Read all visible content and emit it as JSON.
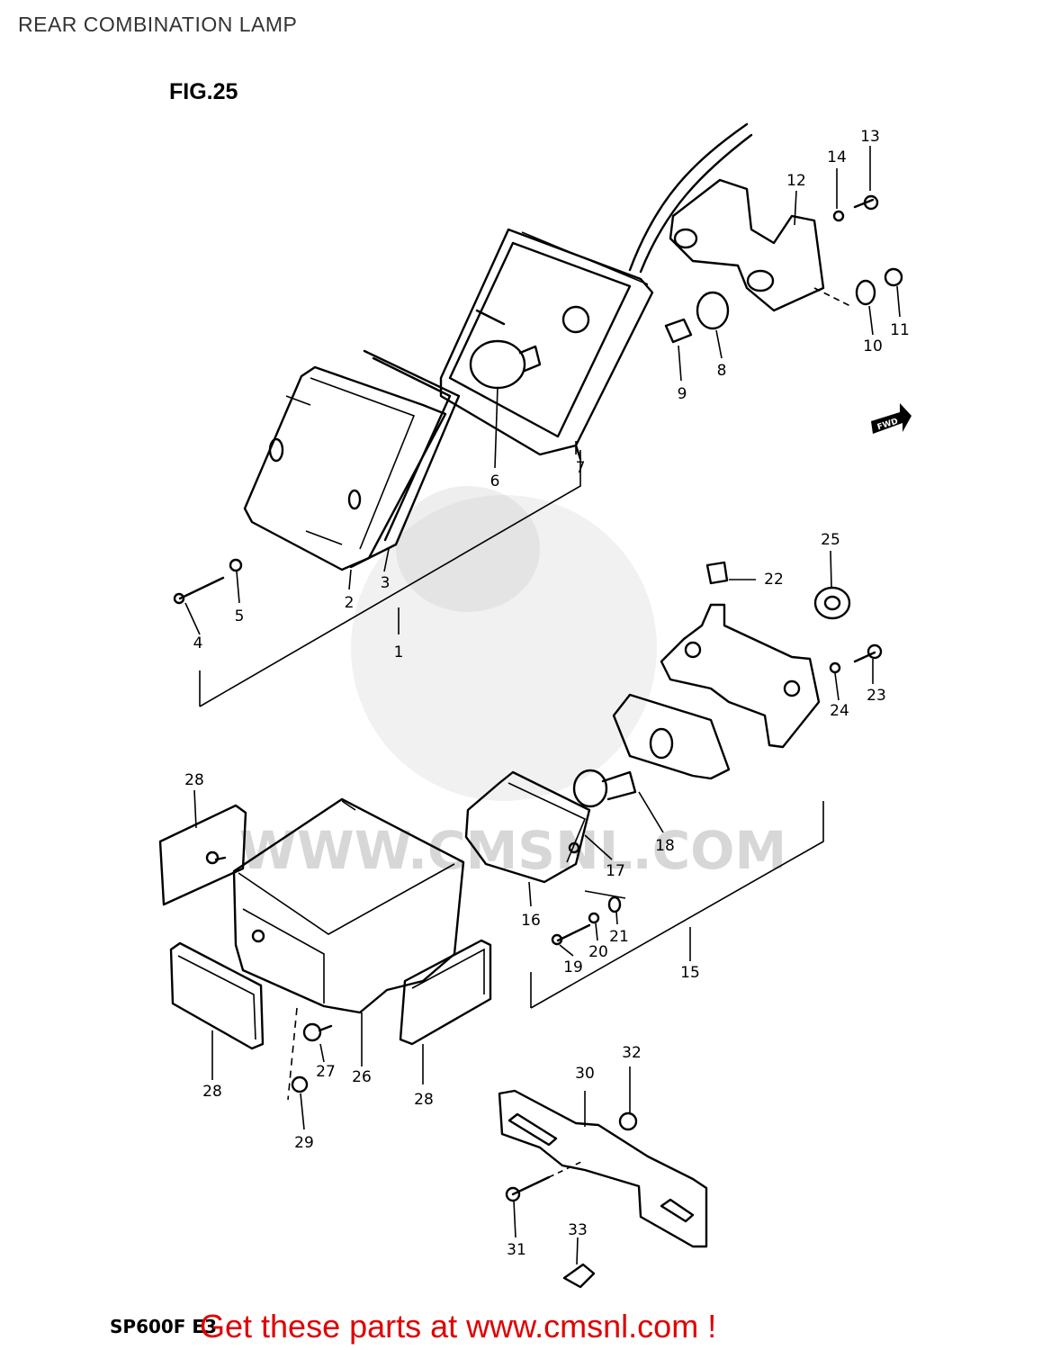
{
  "header": {
    "title": "REAR COMBINATION LAMP",
    "figure": "FIG.25"
  },
  "footer": {
    "model": "SP600F E3",
    "promo": "Get these parts at www.cmsnl.com !"
  },
  "diagram": {
    "fwd_label": "FWD",
    "watermark_text": "WWW.CMSNL.COM",
    "parts": [
      "1",
      "2",
      "3",
      "4",
      "5",
      "6",
      "7",
      "8",
      "9",
      "10",
      "11",
      "12",
      "13",
      "14",
      "15",
      "16",
      "17",
      "18",
      "19",
      "20",
      "21",
      "22",
      "23",
      "24",
      "25",
      "26",
      "27",
      "28",
      "28",
      "28",
      "29",
      "30",
      "31",
      "32",
      "33"
    ]
  }
}
